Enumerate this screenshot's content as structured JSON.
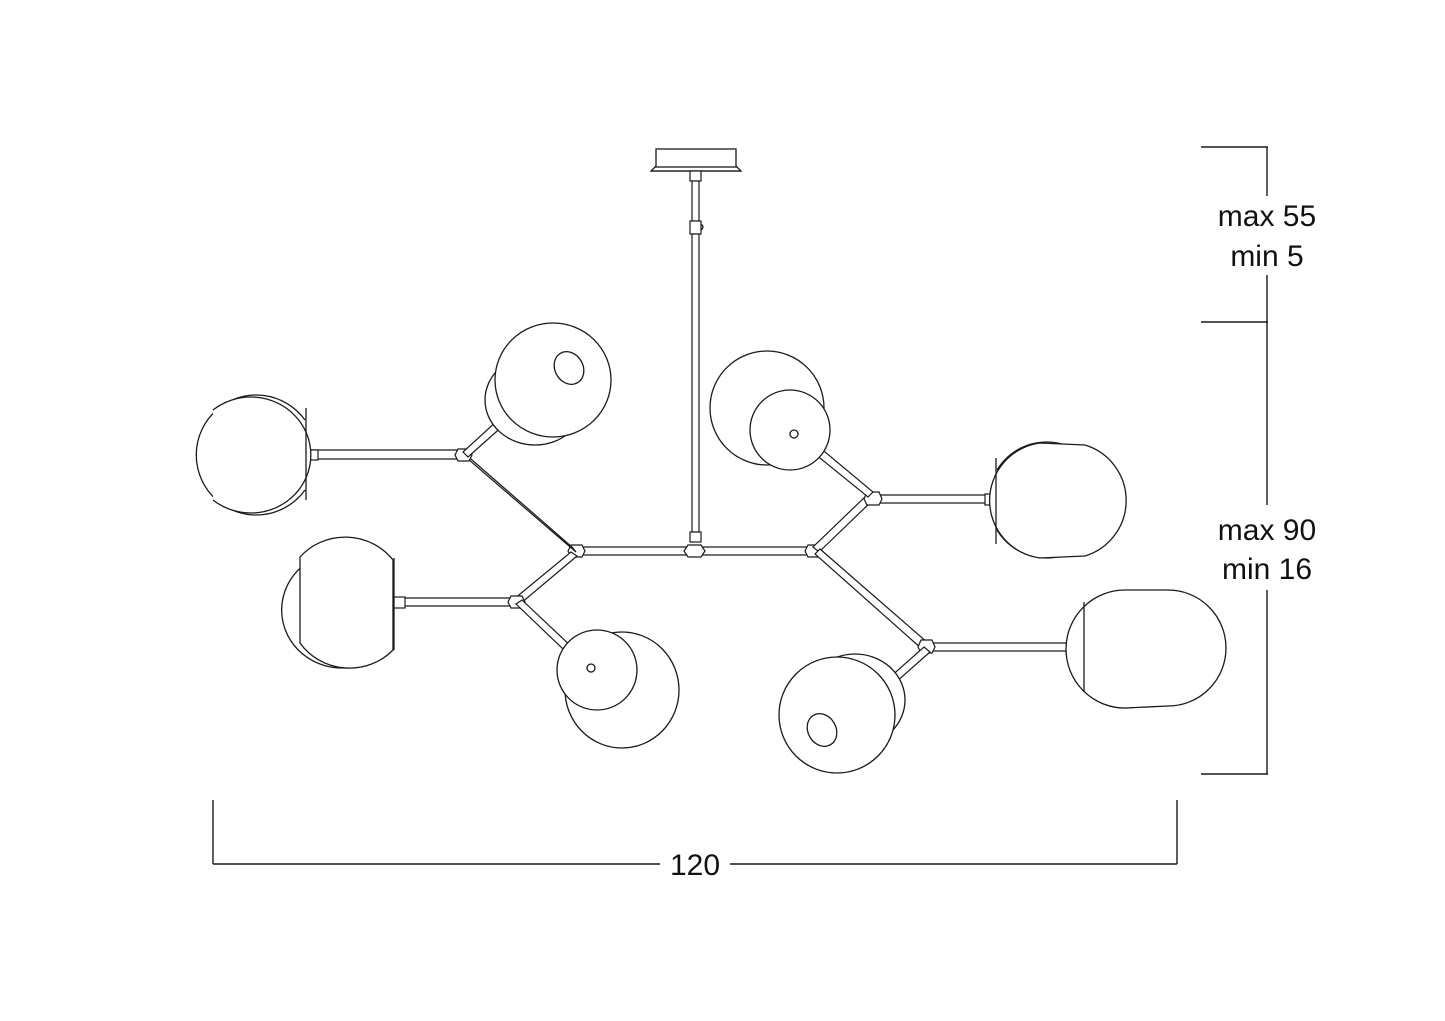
{
  "dimensions": {
    "width_label": "120",
    "upper_height": {
      "max_label": "max 55",
      "min_label": "min 5"
    },
    "lower_height": {
      "max_label": "max 90",
      "min_label": "min 16"
    }
  }
}
